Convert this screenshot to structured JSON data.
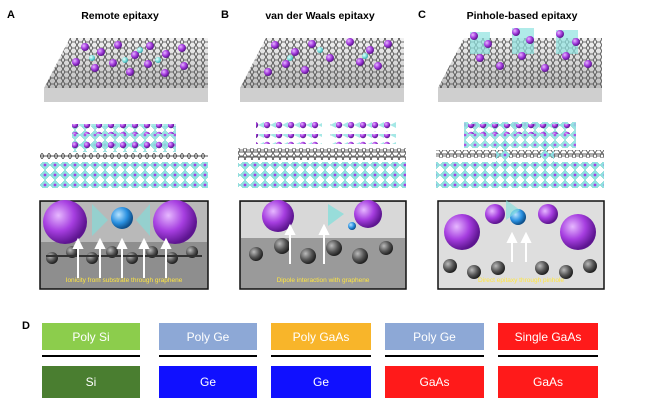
{
  "panels": [
    {
      "letter": "A",
      "title": "Remote epitaxy",
      "caption": "Ionicity from substrate through graphene"
    },
    {
      "letter": "B",
      "title": "van der Waals epitaxy",
      "caption": "Dipole interaction with graphene"
    },
    {
      "letter": "C",
      "title": "Pinhole-based epitaxy",
      "caption": "Direct epitaxy through pinhole"
    }
  ],
  "table": {
    "letter": "D",
    "top": [
      "Poly Si",
      "Poly Ge",
      "Poly GaAs",
      "Poly Ge",
      "Single GaAs"
    ],
    "bottom": [
      "Si",
      "Ge",
      "Ge",
      "GaAs",
      "GaAs"
    ]
  },
  "colors": {
    "poly_si": "#8ccd4c",
    "poly_ge": "#8da8d6",
    "poly_gaas": "#f8b52a",
    "single_gaas": "#ff1a1a",
    "si": "#4a7e30",
    "ge": "#1010ff",
    "gaas": "#ff1a1a",
    "atom_purple": "#a63ee0",
    "atom_cyan": "#7de0dc",
    "graphene": "#555555",
    "caption_text": "#ffe640"
  }
}
